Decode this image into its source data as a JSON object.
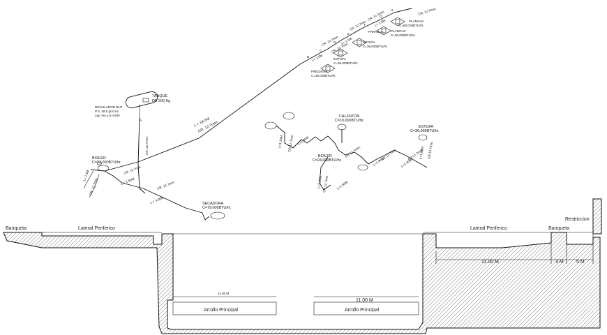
{
  "drawing": {
    "main_line": {
      "tank": [
        "TANQUE",
        "DE 500 Kg"
      ],
      "regulator": [
        "REGULADOR BLP",
        "P.S. 28.0 gr/cm2.",
        "cap >8=1.8 m3/hr."
      ],
      "tank_point": "A",
      "long_pipe_length": "L = 18.0M",
      "long_pipe_dia": "CR. 12.7mm.",
      "riser_dia": "CR. 12.7mm.",
      "boiler_left": [
        "BOILER",
        "C=21,000BTU/hr."
      ],
      "secadora": [
        "SECADORA",
        "C=79,000BTU/hr."
      ],
      "lower_lengths": [
        "L = 1.80M",
        "L = 4.50M"
      ],
      "lower_dias": [
        "CR. 12.7mm.",
        "CR. 12.7mm."
      ],
      "left_pipes": [
        "L= 1.8M",
        "CR. 12.7mm."
      ],
      "node_labels": [
        "B",
        "C",
        "D",
        "E",
        "F",
        "G",
        "H"
      ],
      "segments_top": [
        "CR. 12.7mm.",
        "CR. 12.7mm.",
        "CR. 12.7mm.",
        "CR. 12.7mm."
      ],
      "seg_lengths_top": [
        "L= 2.0M",
        "L= 1.5M",
        "L= 1.5M"
      ],
      "top_pipe_end": "CR. 12.7mm.",
      "parrilla_label": "PARRILLA",
      "appliances_top": [
        {
          "name": "FREIDORA",
          "cap": "C=36,000BTU/hr."
        },
        {
          "name": "ESTUFA",
          "cap": "C=36,000BTU/hr."
        },
        {
          "name": "ESTUFA",
          "cap": "C=36,000BTU/hr."
        },
        {
          "name": "PLANCHA",
          "cap": "C=50,000BTU/hr."
        },
        {
          "name": "PLANCHA",
          "cap": "C=50,000BTU/hr."
        }
      ]
    },
    "right_line": {
      "calenton": [
        "CALENTON",
        "C=10,000BTU/hr."
      ],
      "estufa": [
        "ESTUFA",
        "C=36,000BTU/hr."
      ],
      "boiler": [
        "BOILER",
        "C=24,000BTU/hr."
      ],
      "lengths": [
        "L=1.20M",
        "L=1.50M",
        "L=1.80M",
        "L=1.50M",
        "L=1.80M",
        "L=2.40M",
        "L=1.60M"
      ],
      "dias": [
        "CR.12.7mm.",
        "CR.12.7mm.",
        "CR.12.7mm.",
        "CR.12.7mm.",
        "CR.12.7mm.",
        "CR.12.7mm."
      ]
    }
  },
  "section": {
    "banqueta_left": "Banqueta",
    "lateral_left": "Lateral Periferico",
    "lateral_right": "Lateral Periferico",
    "banqueta_right": "Banqueta",
    "restriccion": "Restriccion",
    "arroyo_left": "Arrollo Principal",
    "arroyo_right": "Arrollo Principal",
    "dim_arroyo_left": "11.00 M",
    "dim_arroyo_right": "11.00 M",
    "dim_lateral": "11.00 M",
    "dim_banqueta": "3 M",
    "dim_restriccion": "5 M"
  }
}
